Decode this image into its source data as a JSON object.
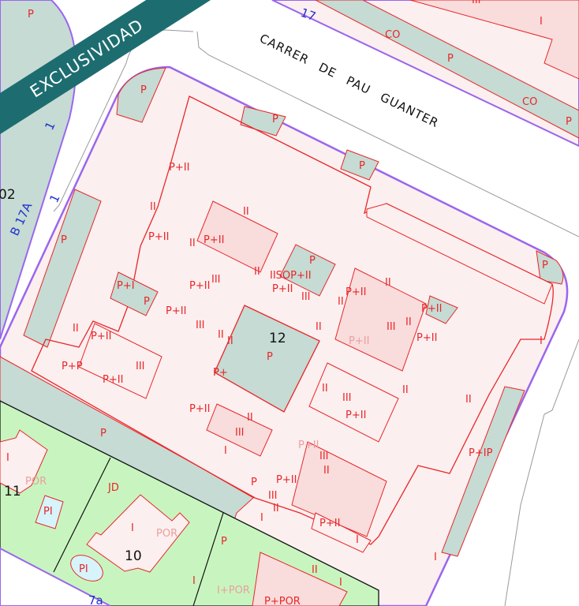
{
  "banner": {
    "text": "EXCLUSIVIDAD",
    "color": "#1d6d70"
  },
  "street": {
    "name": "CARRER DE PAU GUANTER"
  },
  "colors": {
    "block_fill": "#fcefef",
    "parcel_line": "#e8262a",
    "boundary": "#9a66ee",
    "courtyard": "#c5dbd3",
    "garden": "#c8f5bf",
    "pool": "#d6f4fa"
  },
  "labels": [
    {
      "text": "P",
      "kind": "red"
    },
    {
      "text": "P",
      "kind": "red"
    },
    {
      "text": "P",
      "kind": "red"
    },
    {
      "text": "P",
      "kind": "red"
    },
    {
      "text": "P",
      "kind": "red"
    },
    {
      "text": "P",
      "kind": "red"
    },
    {
      "text": "P",
      "kind": "red"
    },
    {
      "text": "P",
      "kind": "red"
    },
    {
      "text": "P",
      "kind": "red"
    },
    {
      "text": "P",
      "kind": "red"
    },
    {
      "text": "P",
      "kind": "red"
    },
    {
      "text": "CO",
      "kind": "red"
    },
    {
      "text": "CO",
      "kind": "red"
    },
    {
      "text": "I",
      "kind": "red"
    },
    {
      "text": "III",
      "kind": "red"
    },
    {
      "text": "17",
      "kind": "blue"
    },
    {
      "text": "1",
      "kind": "blue"
    },
    {
      "text": "1",
      "kind": "blue"
    },
    {
      "text": "B 17A",
      "kind": "blue"
    },
    {
      "text": "02",
      "kind": "black"
    },
    {
      "text": "7a",
      "kind": "blue"
    },
    {
      "text": "12",
      "kind": "black"
    },
    {
      "text": "11",
      "kind": "black"
    },
    {
      "text": "10",
      "kind": "black"
    },
    {
      "text": "P+II",
      "kind": "red"
    },
    {
      "text": "II",
      "kind": "red"
    },
    {
      "text": "II",
      "kind": "red"
    },
    {
      "text": "P+II",
      "kind": "red"
    },
    {
      "text": "II",
      "kind": "red"
    },
    {
      "text": "P+II",
      "kind": "red"
    },
    {
      "text": "P+I",
      "kind": "red"
    },
    {
      "text": "P",
      "kind": "red"
    },
    {
      "text": "P+II",
      "kind": "red"
    },
    {
      "text": "III",
      "kind": "red"
    },
    {
      "text": "II",
      "kind": "red"
    },
    {
      "text": "IISOP+II",
      "kind": "red"
    },
    {
      "text": "P",
      "kind": "red"
    },
    {
      "text": "P+II",
      "kind": "red"
    },
    {
      "text": "III",
      "kind": "red"
    },
    {
      "text": "P+II",
      "kind": "red"
    },
    {
      "text": "II",
      "kind": "red"
    },
    {
      "text": "II",
      "kind": "red"
    },
    {
      "text": "P+II",
      "kind": "red"
    },
    {
      "text": "II",
      "kind": "red"
    },
    {
      "text": "III",
      "kind": "red"
    },
    {
      "text": "P+II",
      "kind": "faint"
    },
    {
      "text": "P+II",
      "kind": "red"
    },
    {
      "text": "II",
      "kind": "red"
    },
    {
      "text": "P+II",
      "kind": "red"
    },
    {
      "text": "III",
      "kind": "red"
    },
    {
      "text": "II",
      "kind": "red"
    },
    {
      "text": "II",
      "kind": "red"
    },
    {
      "text": "P+II",
      "kind": "red"
    },
    {
      "text": "II",
      "kind": "red"
    },
    {
      "text": "III",
      "kind": "red"
    },
    {
      "text": "P+P",
      "kind": "red"
    },
    {
      "text": "P+II",
      "kind": "red"
    },
    {
      "text": "P+",
      "kind": "red"
    },
    {
      "text": "P+II",
      "kind": "red"
    },
    {
      "text": "II",
      "kind": "red"
    },
    {
      "text": "III",
      "kind": "red"
    },
    {
      "text": "I",
      "kind": "red"
    },
    {
      "text": "II",
      "kind": "red"
    },
    {
      "text": "III",
      "kind": "red"
    },
    {
      "text": "P+II",
      "kind": "red"
    },
    {
      "text": "II",
      "kind": "red"
    },
    {
      "text": "II",
      "kind": "red"
    },
    {
      "text": "P+IP",
      "kind": "red"
    },
    {
      "text": "P+II",
      "kind": "faint"
    },
    {
      "text": "III",
      "kind": "red"
    },
    {
      "text": "II",
      "kind": "red"
    },
    {
      "text": "P+II",
      "kind": "red"
    },
    {
      "text": "III",
      "kind": "red"
    },
    {
      "text": "II",
      "kind": "red"
    },
    {
      "text": "I",
      "kind": "red"
    },
    {
      "text": "P+II",
      "kind": "red"
    },
    {
      "text": "I",
      "kind": "red"
    },
    {
      "text": "I",
      "kind": "red"
    },
    {
      "text": "I",
      "kind": "red"
    },
    {
      "text": "I",
      "kind": "red"
    },
    {
      "text": "POR",
      "kind": "faint"
    },
    {
      "text": "PI",
      "kind": "red"
    },
    {
      "text": "JD",
      "kind": "red"
    },
    {
      "text": "I",
      "kind": "red"
    },
    {
      "text": "POR",
      "kind": "faint"
    },
    {
      "text": "PI",
      "kind": "red"
    },
    {
      "text": "II",
      "kind": "red"
    },
    {
      "text": "I",
      "kind": "red"
    },
    {
      "text": "I+POR",
      "kind": "faint"
    },
    {
      "text": "P+POR",
      "kind": "red"
    },
    {
      "text": "I",
      "kind": "red"
    },
    {
      "text": "P",
      "kind": "red"
    }
  ]
}
